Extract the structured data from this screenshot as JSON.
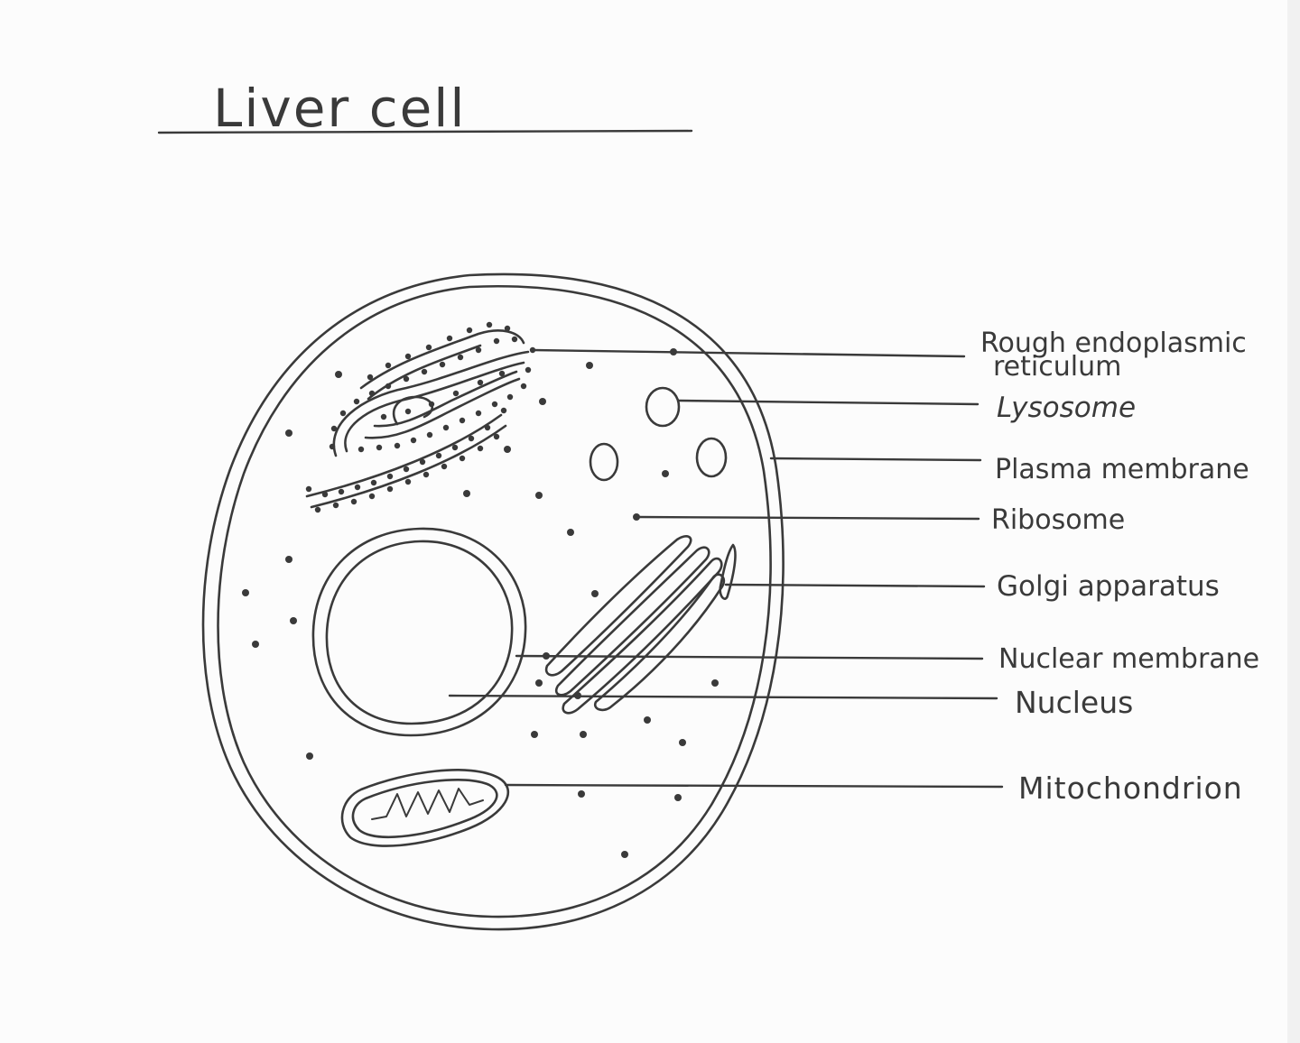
{
  "title": "Liver cell",
  "labels": {
    "rough_er_line1": "Rough endoplasmic",
    "rough_er_line2": "reticulum",
    "lysosome": "Lysosome",
    "plasma_membrane": "Plasma membrane",
    "ribosome": "Ribosome",
    "golgi": "Golgi apparatus",
    "nuclear_membrane": "Nuclear membrane",
    "nucleus": "Nucleus",
    "mitochondrion": "Mitochondrion"
  }
}
